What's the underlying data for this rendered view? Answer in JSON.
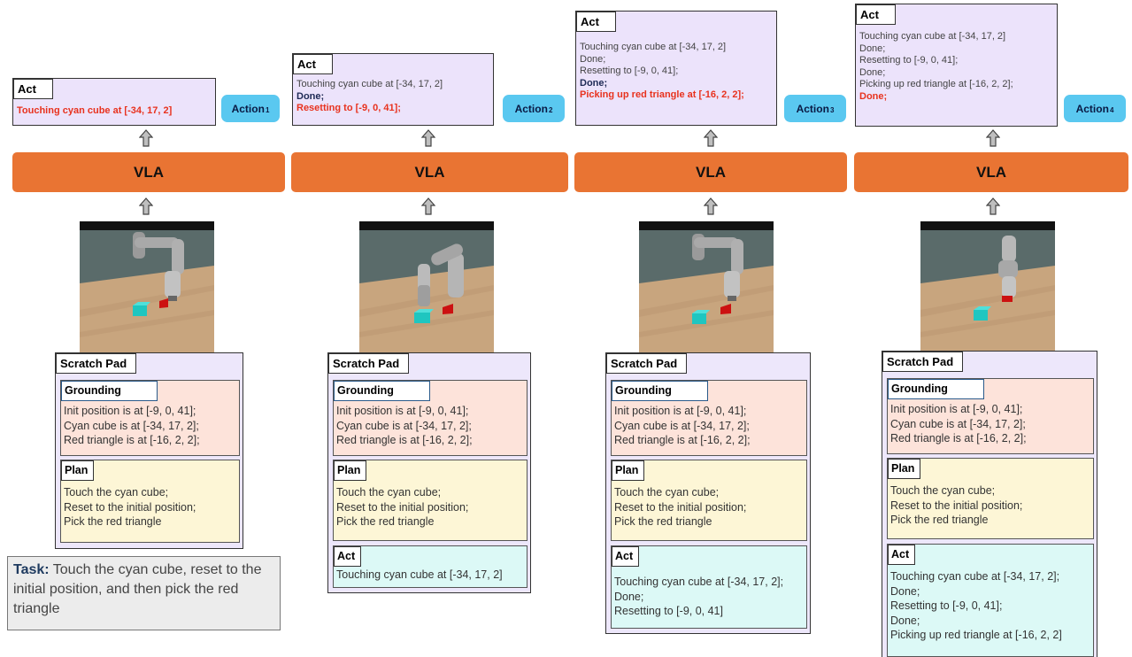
{
  "labels": {
    "act": "Act",
    "vla": "VLA",
    "scratch_pad": "Scratch Pad",
    "grounding": "Grounding",
    "plan": "Plan",
    "action": "Action"
  },
  "act_outputs": [
    {
      "lines": [
        {
          "text": "Touching cyan cube at [-34, 17, 2]",
          "style": "r"
        }
      ]
    },
    {
      "lines": [
        {
          "text": "Touching cyan cube at [-34, 17, 2]",
          "style": "n"
        },
        {
          "text": "Done;",
          "style": "b"
        },
        {
          "text": "Resetting to [-9, 0, 41];",
          "style": "r"
        }
      ]
    },
    {
      "lines": [
        {
          "text": "Touching cyan cube at [-34, 17, 2]",
          "style": "n"
        },
        {
          "text": "Done;",
          "style": "n"
        },
        {
          "text": "Resetting to [-9, 0, 41];",
          "style": "n"
        },
        {
          "text": "Done;",
          "style": "b"
        },
        {
          "text": "Picking up red triangle at [-16, 2, 2];",
          "style": "r"
        }
      ]
    },
    {
      "lines": [
        {
          "text": "Touching cyan cube at [-34, 17, 2]",
          "style": "n"
        },
        {
          "text": "Done;",
          "style": "n"
        },
        {
          "text": "Resetting to [-9, 0, 41];",
          "style": "n"
        },
        {
          "text": "Done;",
          "style": "n"
        },
        {
          "text": "Picking up red triangle at [-16, 2, 2];",
          "style": "n"
        },
        {
          "text": "Done;",
          "style": "r"
        }
      ]
    }
  ],
  "actions": [
    {
      "name": "Action",
      "sub": "1"
    },
    {
      "name": "Action",
      "sub": "2"
    },
    {
      "name": "Action",
      "sub": "3"
    },
    {
      "name": "Action",
      "sub": "4"
    }
  ],
  "grounding_lines": [
    "Init position is at [-9, 0, 41];",
    "Cyan cube is at [-34, 17, 2];",
    "Red triangle is at [-16, 2, 2];"
  ],
  "plan_lines": [
    "Touch the cyan cube;",
    "Reset to the initial position;",
    "Pick the red triangle"
  ],
  "pad_act": [
    null,
    [
      "Touching cyan cube at [-34, 17, 2]"
    ],
    [
      "Touching cyan cube at [-34, 17, 2];",
      "Done;",
      "Resetting to [-9, 0, 41]"
    ],
    [
      "Touching cyan cube at [-34, 17, 2];",
      "Done;",
      "Resetting to [-9, 0, 41];",
      "Done;",
      "Picking up red triangle at [-16, 2, 2]"
    ]
  ],
  "task": {
    "label": "Task:",
    "text": " Touch the cyan cube, reset to the initial position, and then pick the red triangle"
  },
  "colors": {
    "vla": "#e97433",
    "action": "#5ac8f0",
    "act_bg": "#ece3fb",
    "highlight_red": "#e8321e",
    "grounding_bg": "#fde3da",
    "plan_bg": "#fdf6d6",
    "pad_act_bg": "#dcf9f6"
  }
}
